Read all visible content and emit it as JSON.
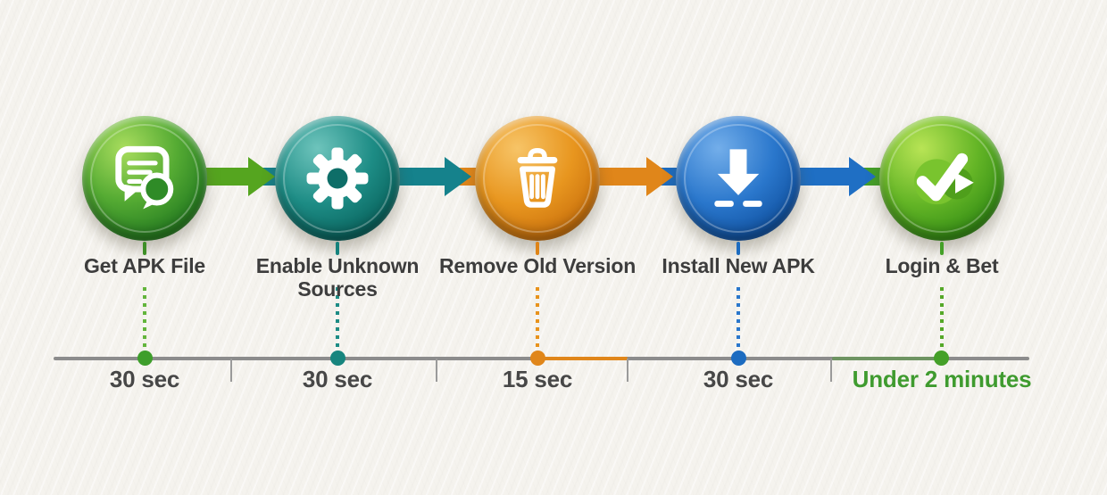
{
  "background_color": "#f5f3ee",
  "label_text_color": "#3d3d3d",
  "time_text_color": "#474747",
  "timeline": {
    "line_color": "#8c8c8c",
    "tick_color": "#9a9a9a",
    "highlight_segment_color": "#e0861a",
    "final_label_color": "#3f9b2f"
  },
  "steps": [
    {
      "label": "Get APK File",
      "time": "30 sec",
      "icon": "chat-bubbles-icon",
      "circle_color": "#2d8424",
      "dot_color": "#3e9e2b"
    },
    {
      "label": "Enable Unknown Sources",
      "time": "30 sec",
      "icon": "gear-icon",
      "circle_color": "#15827c",
      "dot_color": "#17857e"
    },
    {
      "label": "Remove Old Version",
      "time": "15 sec",
      "icon": "trash-icon",
      "circle_color": "#e0861a",
      "dot_color": "#e0861a"
    },
    {
      "label": "Install New APK",
      "time": "30 sec",
      "icon": "download-icon",
      "circle_color": "#1d6cc0",
      "dot_color": "#1d6cc0"
    },
    {
      "label": "Login & Bet",
      "time": "Under 2 minutes",
      "icon": "check-play-icon",
      "circle_color": "#3c9418",
      "dot_color": "#44a028"
    }
  ],
  "arrows": [
    {
      "color": "#55a51f",
      "tab_color": "#15828c"
    },
    {
      "color": "#15828c",
      "tab_color": "#e0861a"
    },
    {
      "color": "#e0861a",
      "tab_color": "#1d6cc0"
    },
    {
      "color": "#1d6cc0",
      "tab_color": "#44a028"
    }
  ]
}
